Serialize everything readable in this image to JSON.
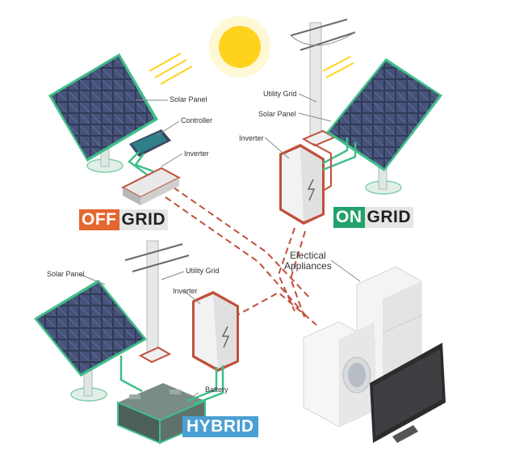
{
  "colors": {
    "offgrid_accent": "#e4672f",
    "ongrid_accent": "#21a36b",
    "hybrid_accent": "#4b9fd2",
    "wire": "#3fbf8a",
    "dashed_wire": "#c0503c",
    "sun": "#ffd21e"
  },
  "offgrid": {
    "badge_a": "OFF",
    "badge_b": "GRID",
    "labels": {
      "solar_panel": "Solar Panel",
      "controller": "Controller",
      "inverter": "Inverter"
    }
  },
  "ongrid": {
    "badge_a": "ON",
    "badge_b": "GRID",
    "labels": {
      "utility_grid": "Utility Grid",
      "solar_panel": "Solar Panel",
      "inverter": "Inverter"
    }
  },
  "hybrid": {
    "badge": "HYBRID",
    "labels": {
      "solar_panel": "Solar Panel",
      "utility_grid": "Utility Grid",
      "inverter": "Inverter",
      "battery": "Battery"
    }
  },
  "appliances": {
    "label_line1": "Electical",
    "label_line2": "Appliances"
  },
  "icons": [
    "sun-icon",
    "solar-panel-icon",
    "controller-icon",
    "inverter-icon",
    "utility-pole-icon",
    "battery-icon",
    "washing-machine-icon",
    "refrigerator-icon",
    "television-icon"
  ]
}
